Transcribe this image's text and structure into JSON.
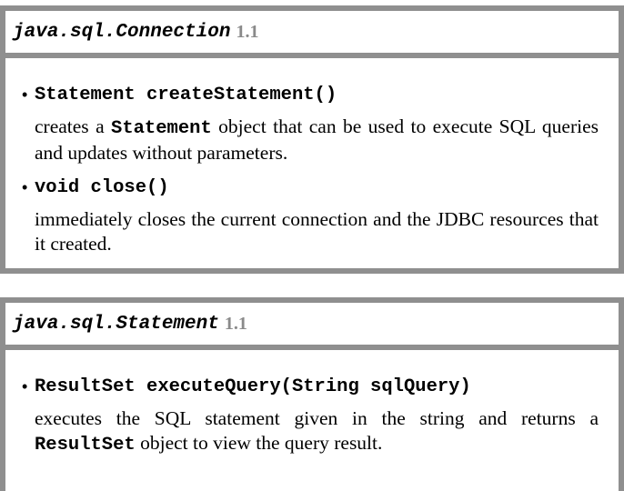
{
  "boxes": [
    {
      "class_name": "java.sql.Connection",
      "version": "1.1",
      "methods": [
        {
          "signature": "Statement createStatement()",
          "desc_before": "creates a ",
          "desc_code": "Statement",
          "desc_after": " object that can be used to execute SQL queries and updates without parameters."
        },
        {
          "signature": "void close()",
          "desc": "immediately closes the current connection and the JDBC resources that it created."
        }
      ]
    },
    {
      "class_name": "java.sql.Statement",
      "version": "1.1",
      "methods": [
        {
          "signature": "ResultSet executeQuery(String sqlQuery)",
          "desc_before": "executes the SQL statement given in the string and returns a ",
          "desc_code": "ResultSet",
          "desc_after": " object to view the query result."
        }
      ]
    }
  ],
  "colors": {
    "border": "#8f8f8f",
    "version_text": "#8a8a8a"
  }
}
